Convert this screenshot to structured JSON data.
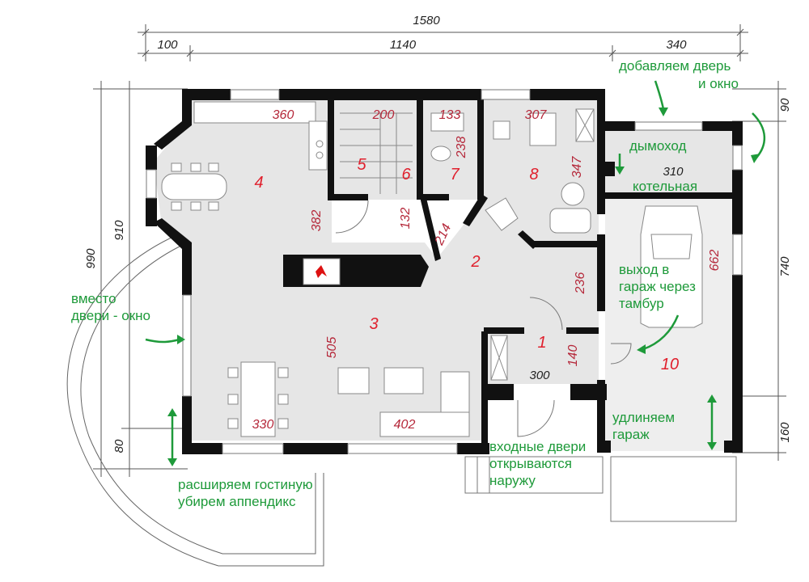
{
  "overall_dims": {
    "top_total": "1580",
    "top_left": "100",
    "top_mid": "1140",
    "top_right": "340",
    "left_outer": "990",
    "left_inner": "910",
    "left_bottom": "80",
    "right_top": "90",
    "right_mid": "740",
    "right_bottom": "160"
  },
  "rooms": [
    {
      "id": "1",
      "label": "1"
    },
    {
      "id": "2",
      "label": "2"
    },
    {
      "id": "3",
      "label": "3"
    },
    {
      "id": "4",
      "label": "4"
    },
    {
      "id": "5",
      "label": "5"
    },
    {
      "id": "6",
      "label": "6"
    },
    {
      "id": "7",
      "label": "7"
    },
    {
      "id": "8",
      "label": "8"
    },
    {
      "id": "10",
      "label": "10"
    }
  ],
  "room_dims": {
    "d360": "360",
    "d200": "200",
    "d133": "133",
    "d307": "307",
    "d238": "238",
    "d347": "347",
    "d382": "382",
    "d132": "132",
    "d214": "214",
    "d236": "236",
    "d505": "505",
    "d140": "140",
    "d300": "300",
    "d330": "330",
    "d402": "402",
    "d310": "310",
    "d662": "662"
  },
  "notes": {
    "add_door_1": "добавляем дверь",
    "add_door_2": "и окно",
    "chimney": "дымоход",
    "boiler": "котельная",
    "garage_exit_1": "выход в",
    "garage_exit_2": "гараж через",
    "garage_exit_3": "тамбур",
    "window_1": "вместо",
    "window_2": "двери - окно",
    "extend_1": "удлиняем",
    "extend_2": "гараж",
    "doors_1": "входные двери",
    "doors_2": "открываются",
    "doors_3": "наружу",
    "widen_1": "расширяем гостиную",
    "widen_2": "убирем аппендикс"
  },
  "colors": {
    "wall": "#111111",
    "floor": "#e6e6e6",
    "room_text": "#e0202d",
    "dim_text": "#b5283a",
    "note_text": "#1e9a3a"
  }
}
